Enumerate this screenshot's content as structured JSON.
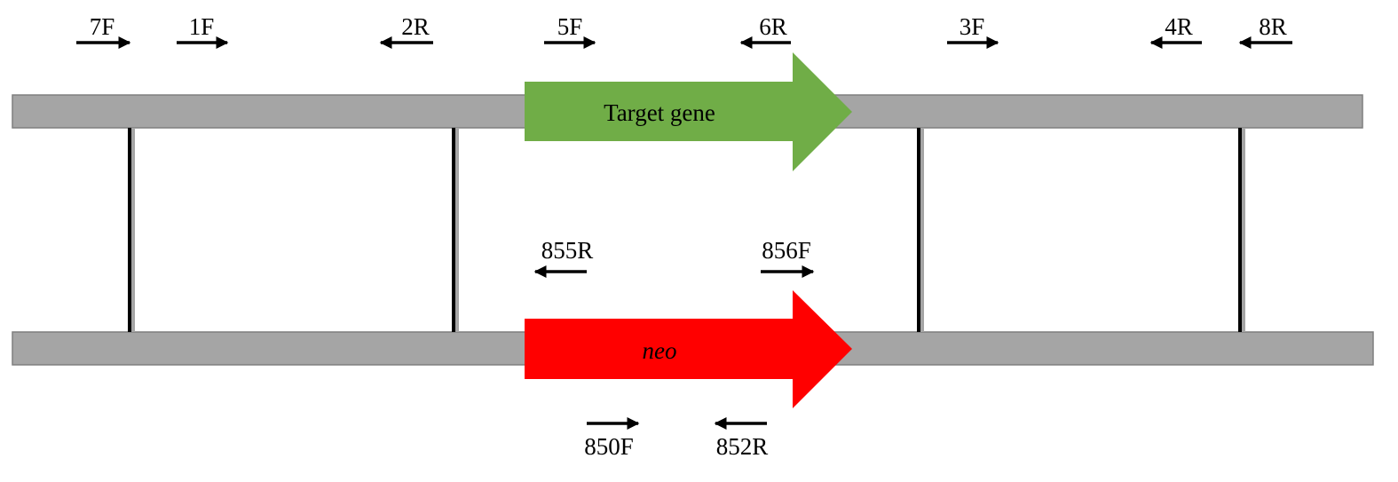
{
  "colors": {
    "chromosome_fill": "#a5a5a5",
    "chromosome_stroke": "#7f7f7f",
    "target_gene": "#70ad47",
    "neo": "#ff0000",
    "arrow": "#000000",
    "crossover_shadow": "#a5a5a5"
  },
  "top_strand": {
    "gene_label": "Target gene",
    "primers": [
      {
        "label": "7F",
        "direction": "right"
      },
      {
        "label": "1F",
        "direction": "right"
      },
      {
        "label": "2R",
        "direction": "left"
      },
      {
        "label": "5F",
        "direction": "right"
      },
      {
        "label": "6R",
        "direction": "left"
      },
      {
        "label": "3F",
        "direction": "right"
      },
      {
        "label": "4R",
        "direction": "left"
      },
      {
        "label": "8R",
        "direction": "left"
      }
    ]
  },
  "bottom_strand": {
    "gene_label": "neo",
    "gene_label_italic": true,
    "primers_above": [
      {
        "label": "855R",
        "direction": "left"
      },
      {
        "label": "856F",
        "direction": "right"
      }
    ],
    "primers_below": [
      {
        "label": "850F",
        "direction": "right"
      },
      {
        "label": "852R",
        "direction": "left"
      }
    ]
  },
  "crossover_lines": 4
}
